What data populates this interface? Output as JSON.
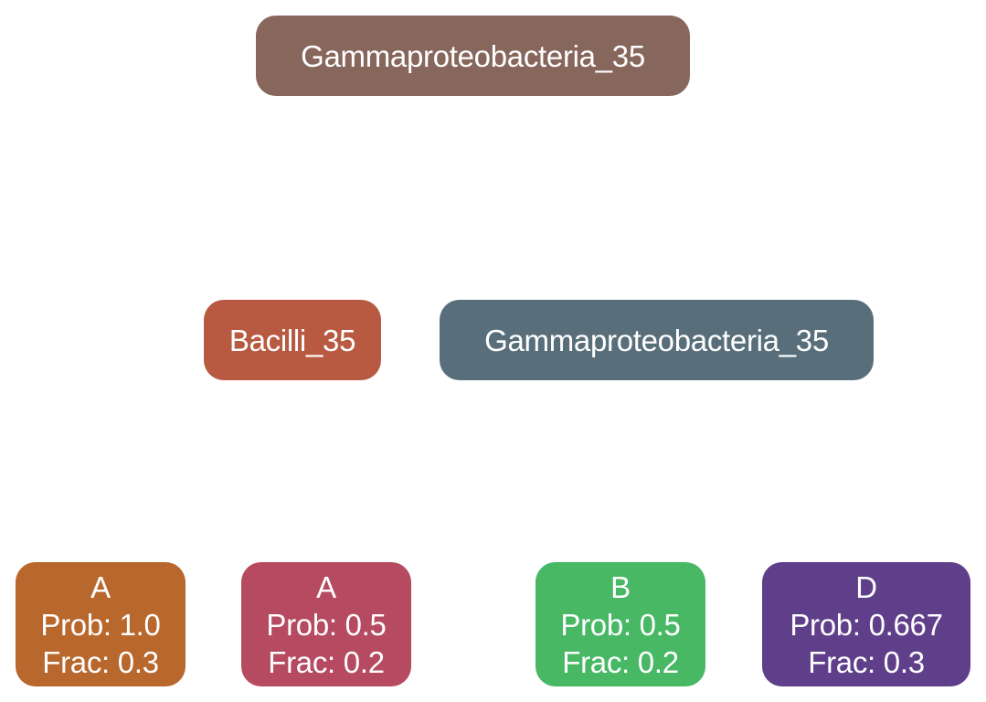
{
  "nodes": {
    "root": {
      "label": "Gammaproteobacteria_35",
      "color": "#87665C"
    },
    "bacilli": {
      "label": "Bacilli_35",
      "color": "#B85A41"
    },
    "gamma2": {
      "label": "Gammaproteobacteria_35",
      "color": "#586F7B"
    },
    "leaves": [
      {
        "name": "A",
        "prob": "Prob: 1.0",
        "frac": "Frac: 0.3",
        "color": "#B8672D"
      },
      {
        "name": "A",
        "prob": "Prob: 0.5",
        "frac": "Frac: 0.2",
        "color": "#B64A60"
      },
      {
        "name": "B",
        "prob": "Prob: 0.5",
        "frac": "Frac: 0.2",
        "color": "#48B865"
      },
      {
        "name": "D",
        "prob": "Prob: 0.667",
        "frac": "Frac: 0.3",
        "color": "#5F3F8A"
      }
    ]
  }
}
